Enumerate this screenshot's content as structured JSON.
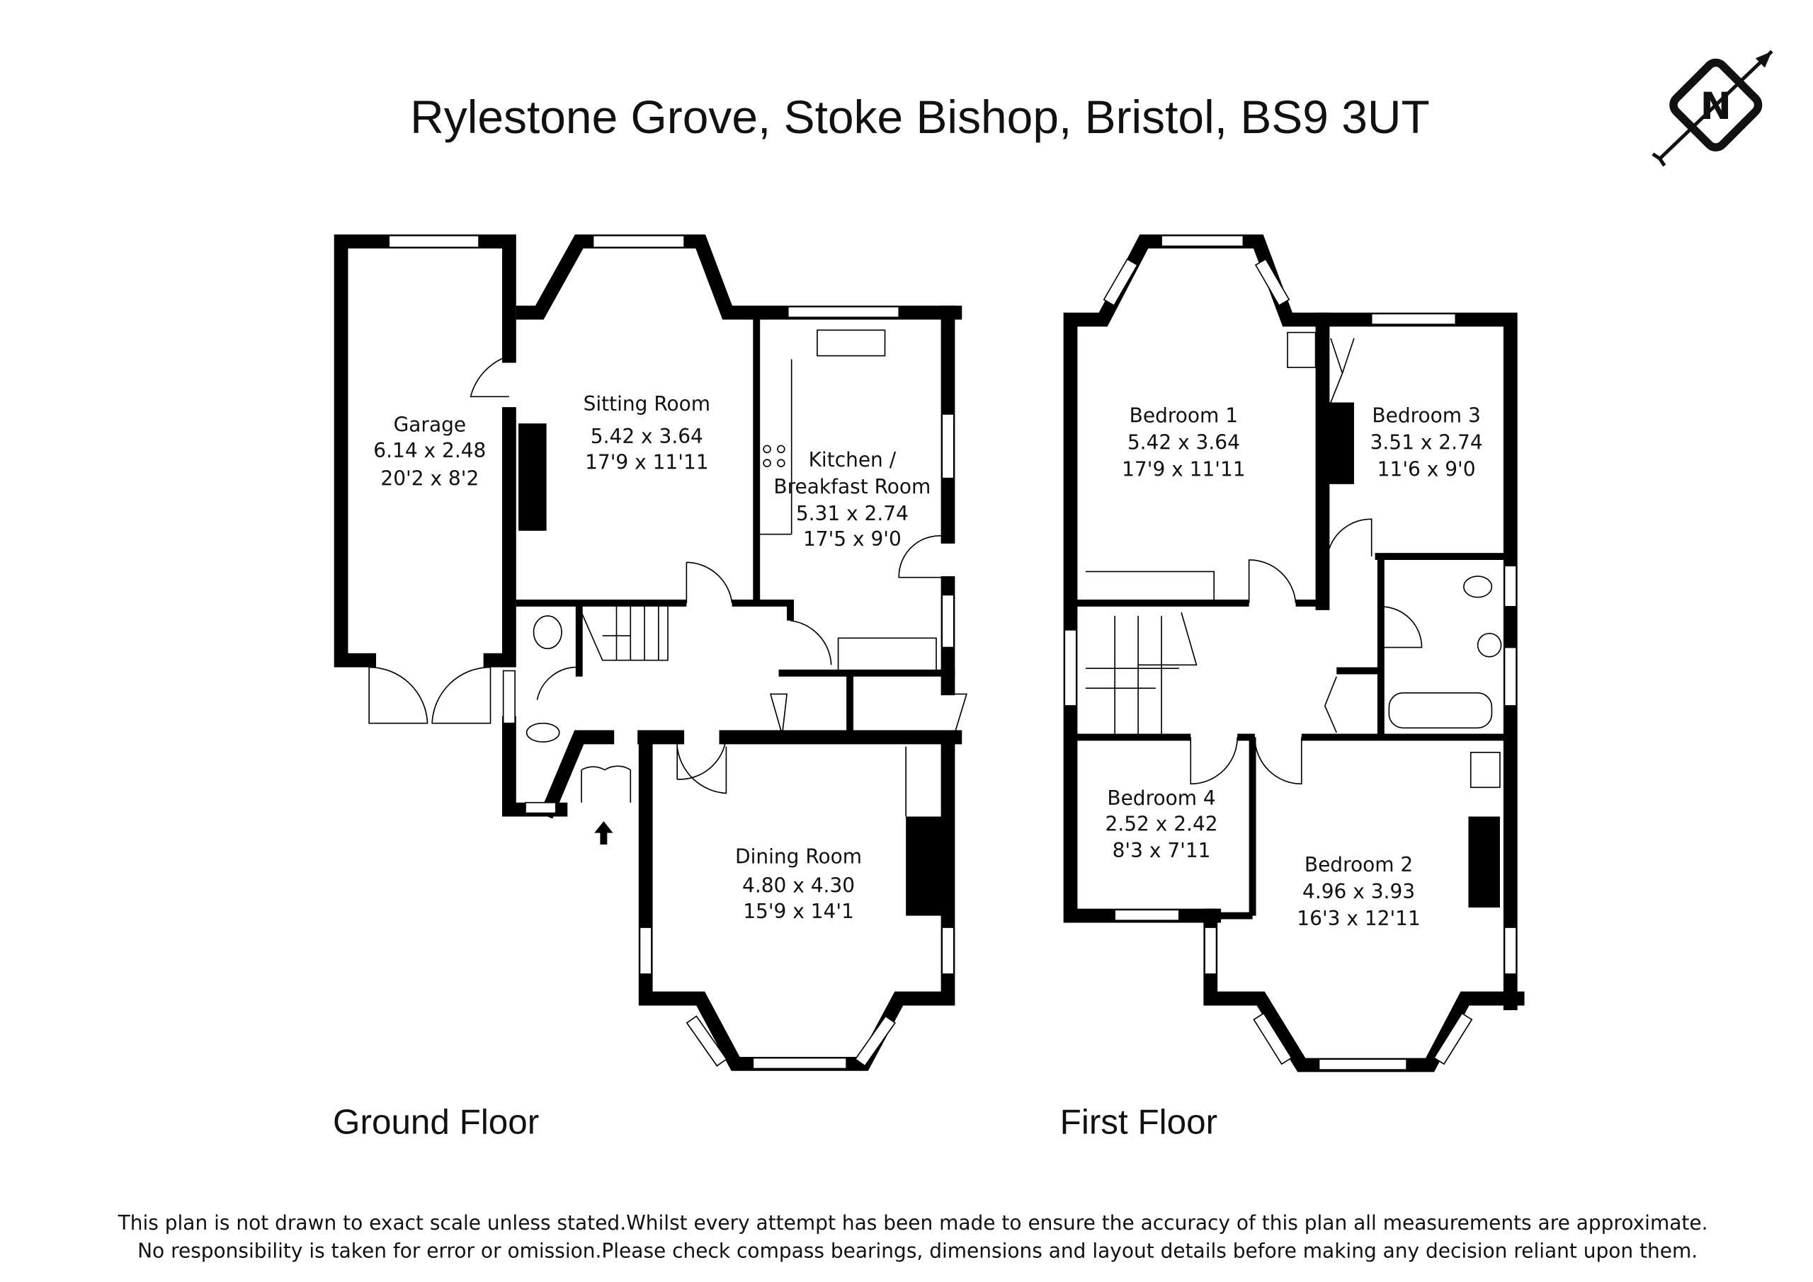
{
  "title": "Rylestone Grove, Stoke Bishop, Bristol, BS9 3UT",
  "compass": {
    "icon": "north-compass-icon",
    "letter": "N"
  },
  "ground_floor": {
    "label": "Ground Floor",
    "rooms": [
      {
        "name": "Garage",
        "metric": "6.14 x 2.48",
        "imperial": "20'2 x 8'2"
      },
      {
        "name": "Sitting Room",
        "metric": "5.42 x 3.64",
        "imperial": "17'9 x 11'11"
      },
      {
        "name": "Kitchen /",
        "name2": "Breakfast Room",
        "metric": "5.31 x 2.74",
        "imperial": "17'5 x 9'0"
      },
      {
        "name": "Dining Room",
        "metric": "4.80 x 4.30",
        "imperial": "15'9 x 14'1"
      }
    ]
  },
  "first_floor": {
    "label": "First Floor",
    "rooms": [
      {
        "name": "Bedroom 1",
        "metric": "5.42 x 3.64",
        "imperial": "17'9 x 11'11"
      },
      {
        "name": "Bedroom 3",
        "metric": "3.51 x 2.74",
        "imperial": "11'6 x 9'0"
      },
      {
        "name": "Bedroom 4",
        "metric": "2.52 x 2.42",
        "imperial": "8'3 x 7'11"
      },
      {
        "name": "Bedroom 2",
        "metric": "4.96 x 3.93",
        "imperial": "16'3 x 12'11"
      }
    ]
  },
  "disclaimer": [
    "This plan is not drawn to exact scale unless stated.Whilst every attempt has been made to ensure the accuracy of this plan all measurements are approximate.",
    "No responsibility is taken for error or omission.Please check compass bearings, dimensions and layout details before making any decision reliant upon them."
  ]
}
